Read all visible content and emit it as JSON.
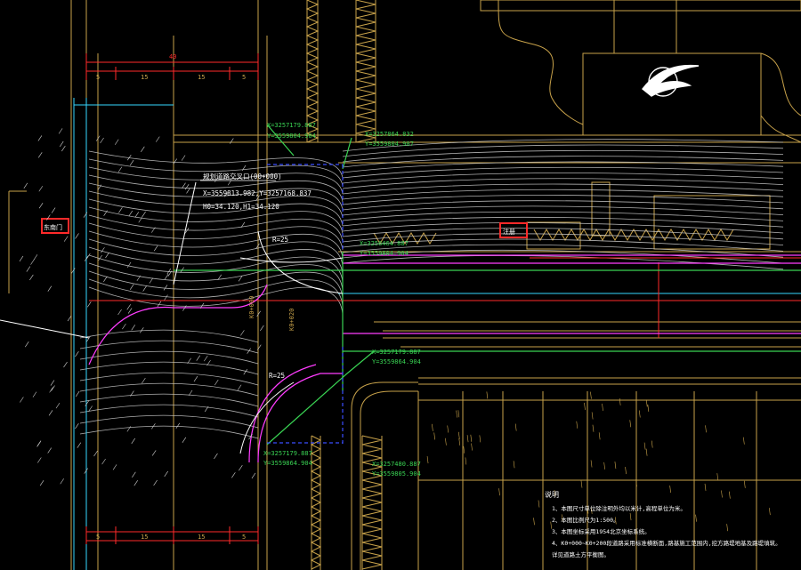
{
  "colors": {
    "background": "#000000",
    "road": "#c8a24a",
    "contour": "#d0d0d0",
    "green": "#39d353",
    "magenta": "#ff3cff",
    "red": "#ff2a2a",
    "cyan": "#36d7ff",
    "blue": "#3a4dff",
    "white": "#ffffff"
  },
  "dims": {
    "top_total": "40",
    "top_seg": [
      "5",
      "15",
      "15",
      "5"
    ],
    "bottom_seg": [
      "5",
      "15",
      "15",
      "5"
    ]
  },
  "callouts": {
    "turn_point": "规划道路交叉口(00+000)",
    "turn_xy": "X=3559813.982,Y=3257168.837",
    "turn_h": "H0=34.120,H1=34.120",
    "c1_x": "X=3257179.887",
    "c1_y": "Y=3559804.904",
    "c2_x": "X=3257864.832",
    "c2_y": "Y=3559804.907",
    "c3_x": "X=3256464.887",
    "c3_y": "Y=3559804.904",
    "c4_x": "X=3257179.887",
    "c4_y": "Y=3559864.904",
    "c5_x": "X=3257179.887",
    "c5_y": "Y=3559864.904",
    "c6_x": "X=3257480.887",
    "c6_y": "Y=3559805.904",
    "radius1": "R=25",
    "radius2": "R=25",
    "red_box_left": "东南门",
    "red_box_mid": "注册",
    "station_a": "K0+000",
    "station_b": "K0+020"
  },
  "notes": {
    "title": "说明",
    "items": [
      "1、本图尺寸单位除注明外均以米计,高程单位为米。",
      "2、本图比例尺为1:500。",
      "3、本图坐标采用1954北京坐标系统。",
      "4、K0+000~K0+200段道路采用标准横断面,路基施工范围内,挖方路堤地基及路堤填筑。",
      "   详见道路土方平衡图。"
    ]
  }
}
